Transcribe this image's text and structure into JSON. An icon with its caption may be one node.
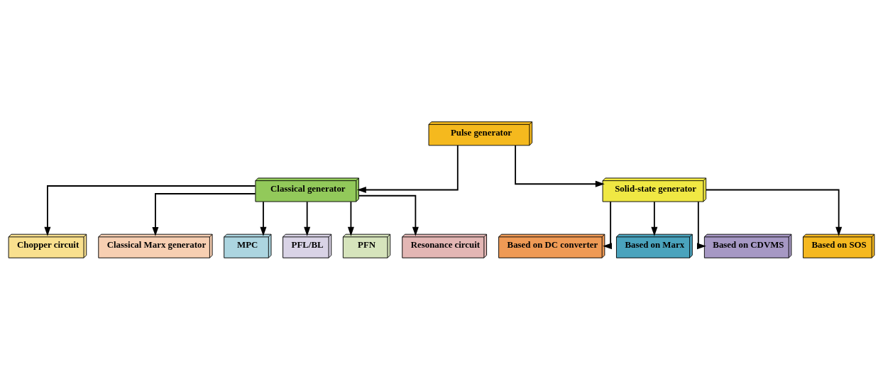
{
  "diagram": {
    "nodes": [
      {
        "text": [
          "Pulse generator"
        ]
      },
      {
        "text": [
          "Classical generator"
        ]
      },
      {
        "text": [
          "Solid-state generator"
        ]
      },
      {
        "text": [
          "Chopper circuit"
        ]
      },
      {
        "text": [
          "Classical Marx generator"
        ]
      },
      {
        "text": [
          "MPC"
        ]
      },
      {
        "text": [
          "PFL/BL"
        ]
      },
      {
        "text": [
          "PFN"
        ]
      },
      {
        "text": [
          "Resonance circuit"
        ]
      },
      {
        "text": [
          "Based on DC converter"
        ]
      },
      {
        "text": [
          "Based on Marx"
        ]
      },
      {
        "text": [
          "Based on CDVMS"
        ]
      },
      {
        "text": [
          "Based on SOS"
        ]
      }
    ],
    "edges": [
      {
        "from": 0,
        "to": 1,
        "arrow": "to"
      },
      {
        "from": 0,
        "to": 2,
        "arrow": "to"
      },
      {
        "from": 1,
        "to": 3,
        "arrow": "to"
      },
      {
        "from": 1,
        "to": 4,
        "arrow": "to"
      },
      {
        "from": 1,
        "to": 5,
        "arrow": "to"
      },
      {
        "from": 1,
        "to": 6,
        "arrow": "to"
      },
      {
        "from": 1,
        "to": 7,
        "arrow": "to"
      },
      {
        "from": 1,
        "to": 8,
        "arrow": "to"
      },
      {
        "from": 2,
        "to": 9,
        "arrow": "to"
      },
      {
        "from": 2,
        "to": 10,
        "arrow": "to"
      },
      {
        "from": 2,
        "to": 11,
        "arrow": "to"
      },
      {
        "from": 2,
        "to": 12,
        "arrow": "to"
      }
    ]
  }
}
